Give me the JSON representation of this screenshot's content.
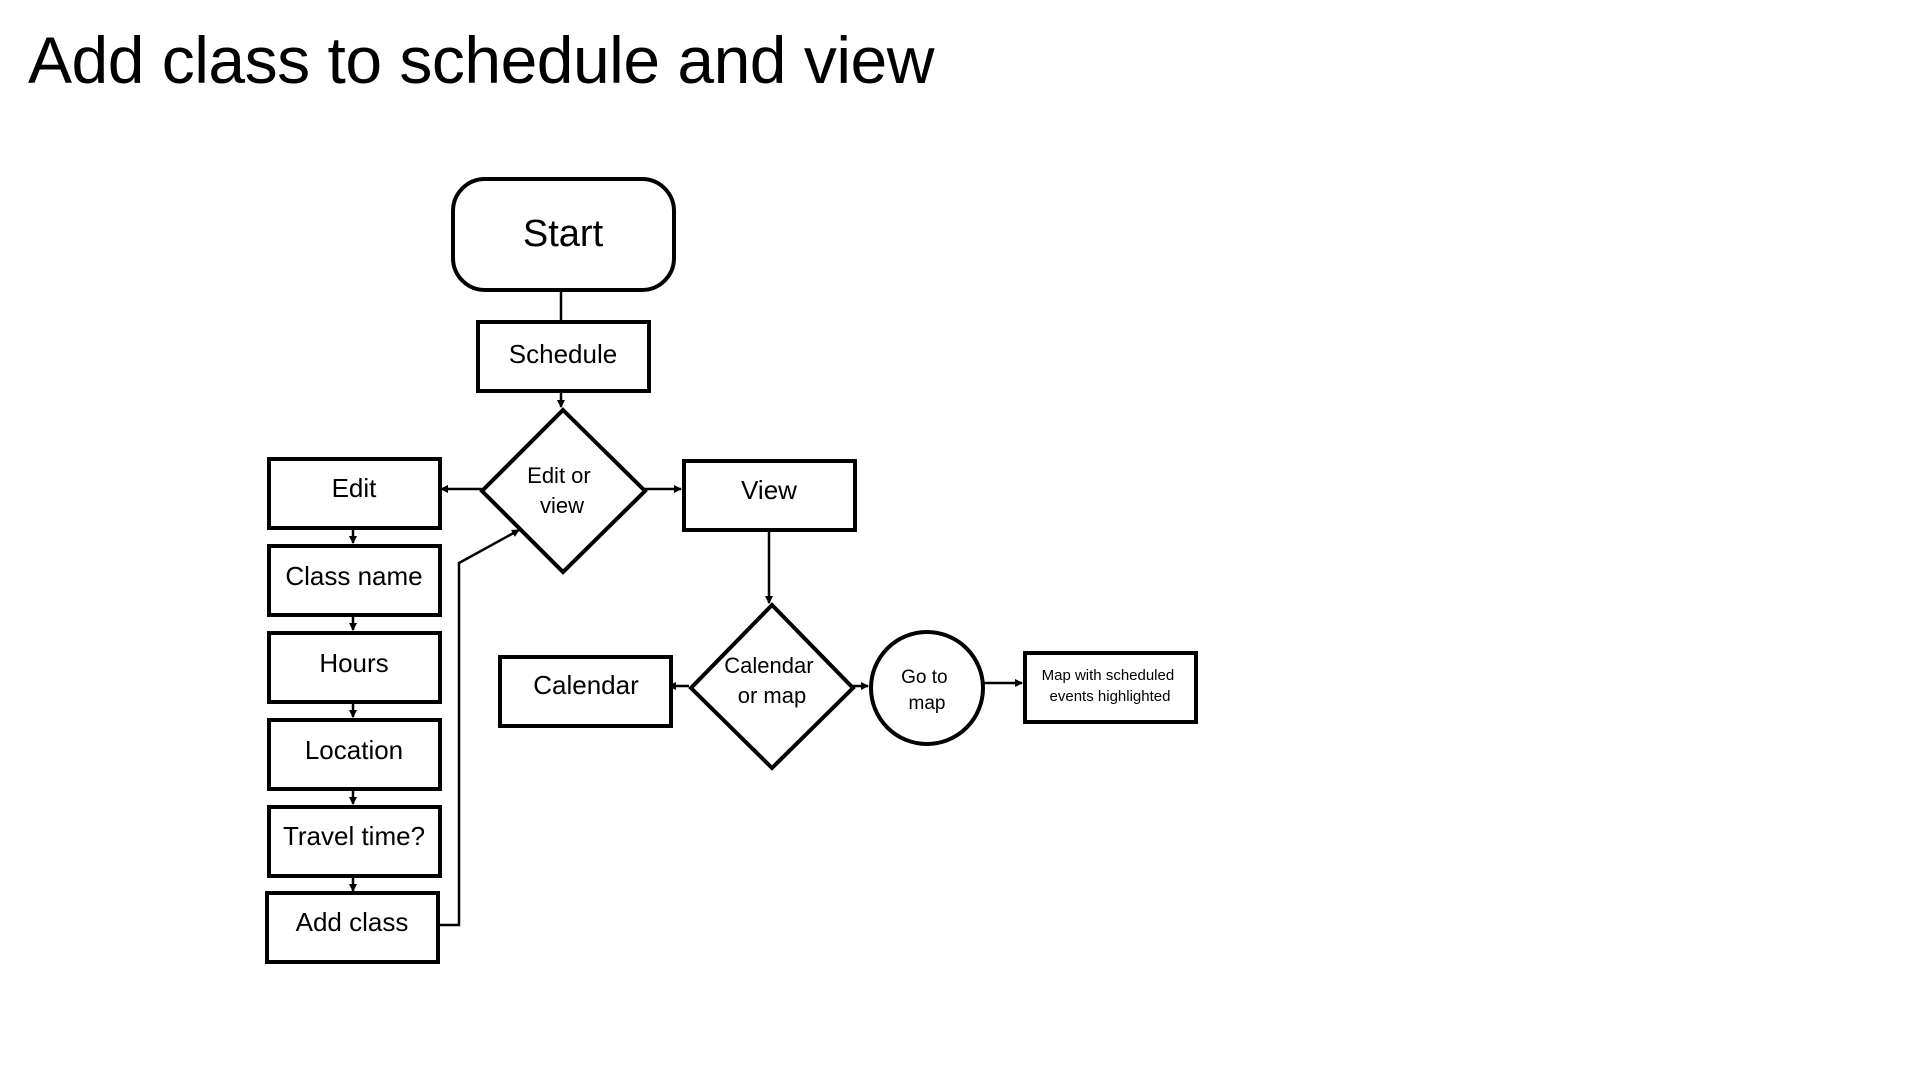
{
  "title": "Add class to schedule and view",
  "nodes": {
    "start": "Start",
    "schedule": "Schedule",
    "edit_or_view": [
      "Edit or",
      "view"
    ],
    "edit": "Edit",
    "class_name": "Class name",
    "hours": "Hours",
    "location": "Location",
    "travel_time": "Travel time?",
    "add_class": "Add class",
    "view": "View",
    "calendar_or_map": [
      "Calendar",
      "or map"
    ],
    "calendar": "Calendar",
    "go_to_map": [
      "Go to",
      "map"
    ],
    "map_result": [
      "Map with scheduled",
      "events highlighted"
    ]
  }
}
